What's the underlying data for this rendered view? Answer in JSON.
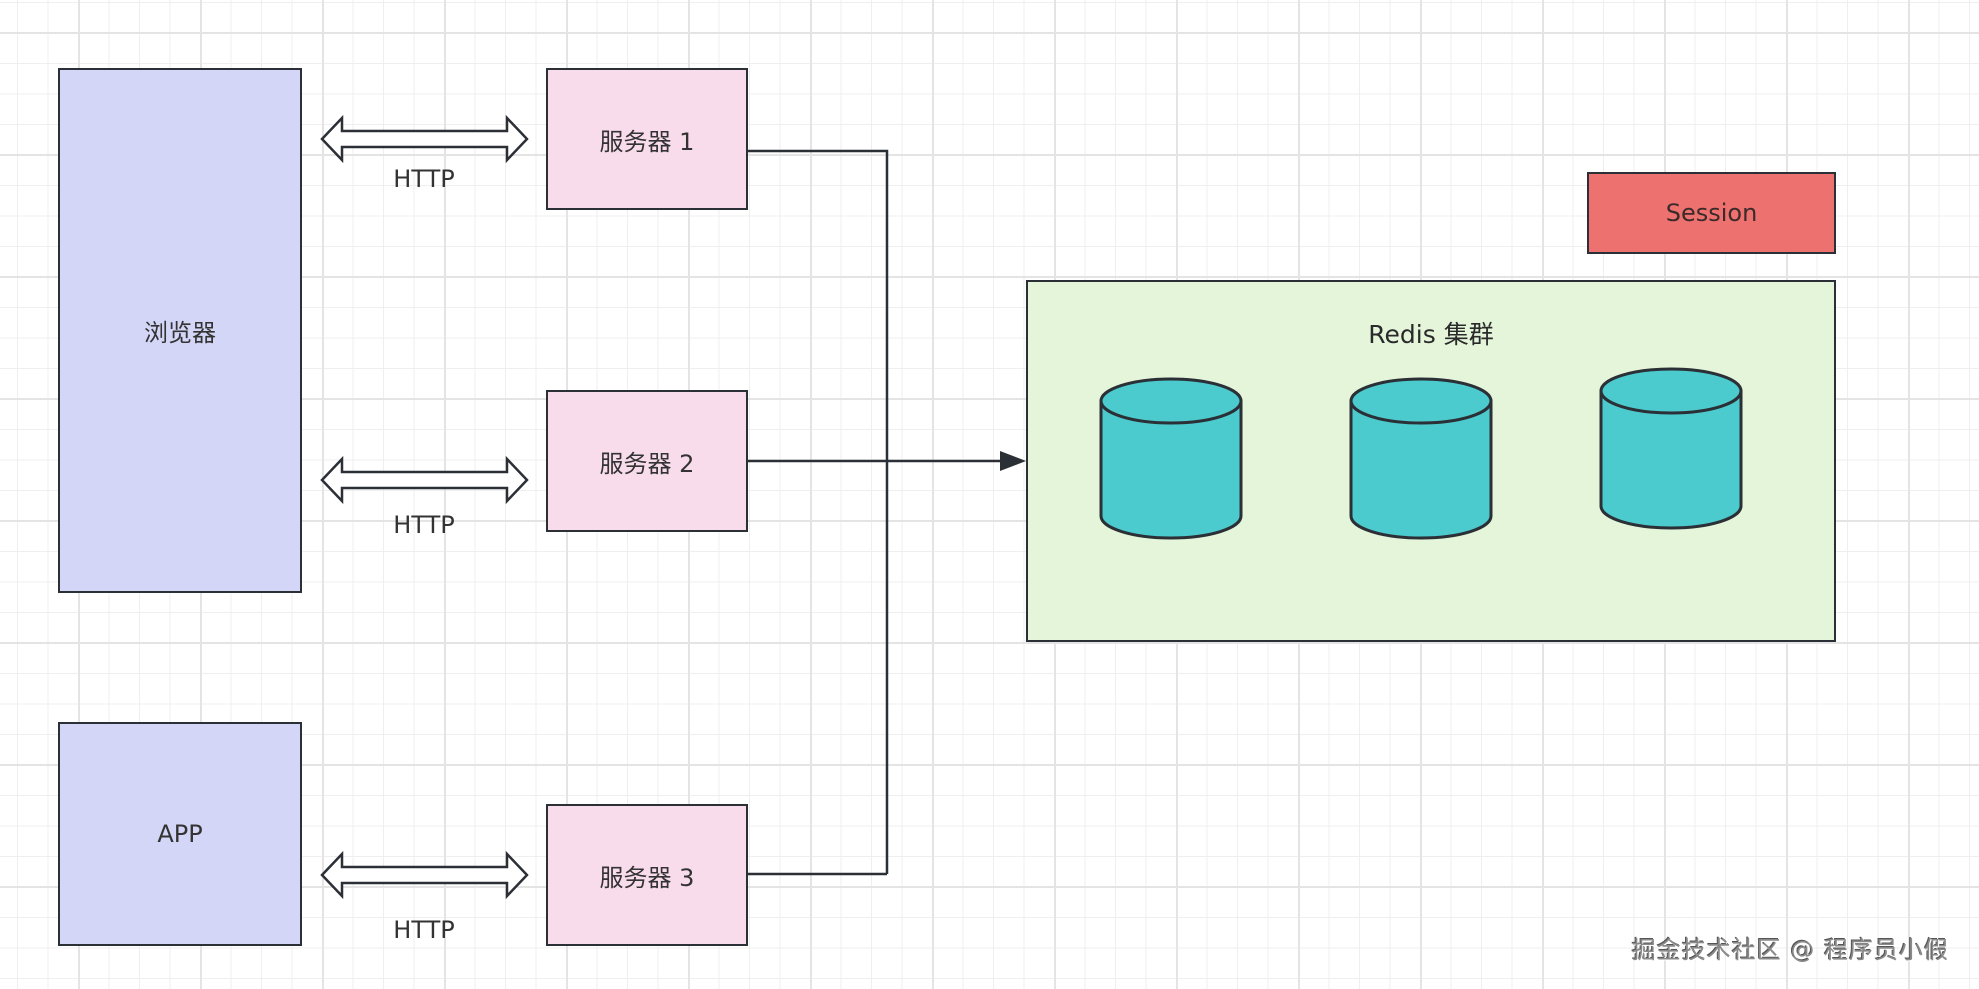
{
  "diagram": {
    "clients": [
      {
        "id": "browser",
        "label": "浏览器"
      },
      {
        "id": "app",
        "label": "APP"
      }
    ],
    "servers": [
      {
        "id": "server-1",
        "label": "服务器 1"
      },
      {
        "id": "server-2",
        "label": "服务器 2"
      },
      {
        "id": "server-3",
        "label": "服务器 3"
      }
    ],
    "links": [
      {
        "from": "browser",
        "to": "server-1",
        "label": "HTTP",
        "type": "bidirectional"
      },
      {
        "from": "browser",
        "to": "server-2",
        "label": "HTTP",
        "type": "bidirectional"
      },
      {
        "from": "app",
        "to": "server-3",
        "label": "HTTP",
        "type": "bidirectional"
      }
    ],
    "redis_cluster": {
      "label": "Redis 集群",
      "node_count": 3
    },
    "session": {
      "label": "Session"
    },
    "connectors": [
      {
        "from": "server-1",
        "to": "redis-cluster"
      },
      {
        "from": "server-2",
        "to": "redis-cluster"
      },
      {
        "from": "server-3",
        "to": "redis-cluster"
      }
    ],
    "colors": {
      "client_fill": "#d4d6f7",
      "server_fill": "#f9dcec",
      "redis_fill": "#e4f5da",
      "session_fill": "#ed716f",
      "cylinder_fill": "#4ccbcf",
      "stroke": "#2b2f36"
    }
  },
  "watermark": "掘金技术社区 @ 程序员小假"
}
